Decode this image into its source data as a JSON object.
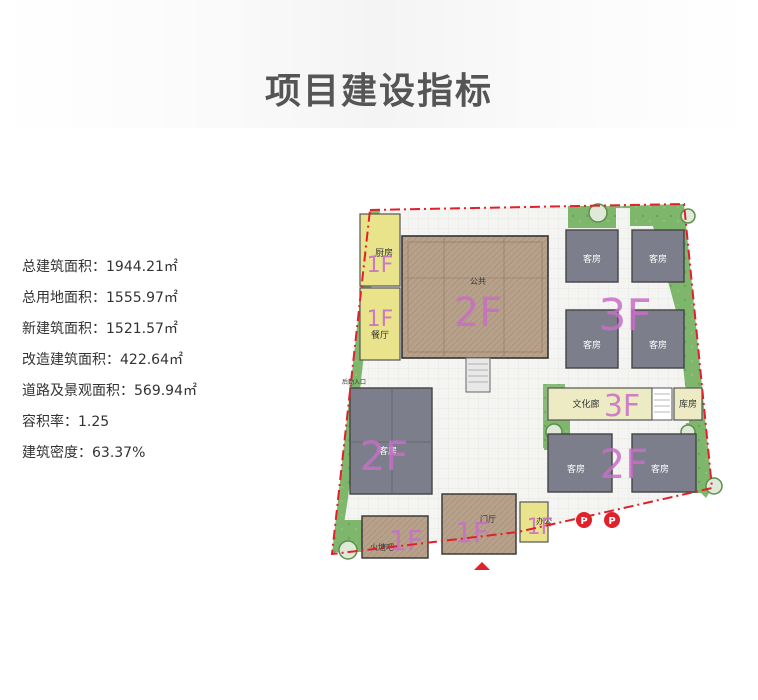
{
  "page": {
    "title": "项目建设指标"
  },
  "stats": [
    "总建筑面积：1944.21㎡",
    "总用地面积：1555.97㎡",
    "新建筑面积：1521.57㎡",
    "改造建筑面积：422.64㎡",
    "道路及景观面积：569.94㎡",
    "容积率：1.25",
    "建筑密度：63.37%"
  ],
  "plan": {
    "rooms": {
      "kitchen": "厨房",
      "restaurant": "餐厅",
      "public": "公共",
      "guest_1": "客房",
      "guest_2": "客房",
      "guest_3": "客房",
      "guest_4": "客房",
      "guest_left": "客房",
      "culture": "文化廊",
      "storage": "库房",
      "guest_5": "客房",
      "guest_6": "客房",
      "hall": "门厅",
      "office": "办公",
      "bbq": "火塘吧",
      "entrance": "后勤入口"
    },
    "floors": {
      "kitchen": "1F",
      "restaurant": "1F",
      "main": "2F",
      "north_guest": "3F",
      "culture": "3F",
      "west_guest": "2F",
      "east_guest": "2F",
      "bbq": "1F",
      "hall": "1F",
      "office": "1F"
    },
    "parking": [
      "P",
      "P"
    ],
    "colors": {
      "brown": "#b7a18b",
      "slate": "#7c7f8b",
      "cream": "#ecebc3",
      "yellow": "#e9e48c",
      "grass": "#7eb66c",
      "boundary": "#e0202a",
      "floor_label": "#c86ec8"
    }
  }
}
